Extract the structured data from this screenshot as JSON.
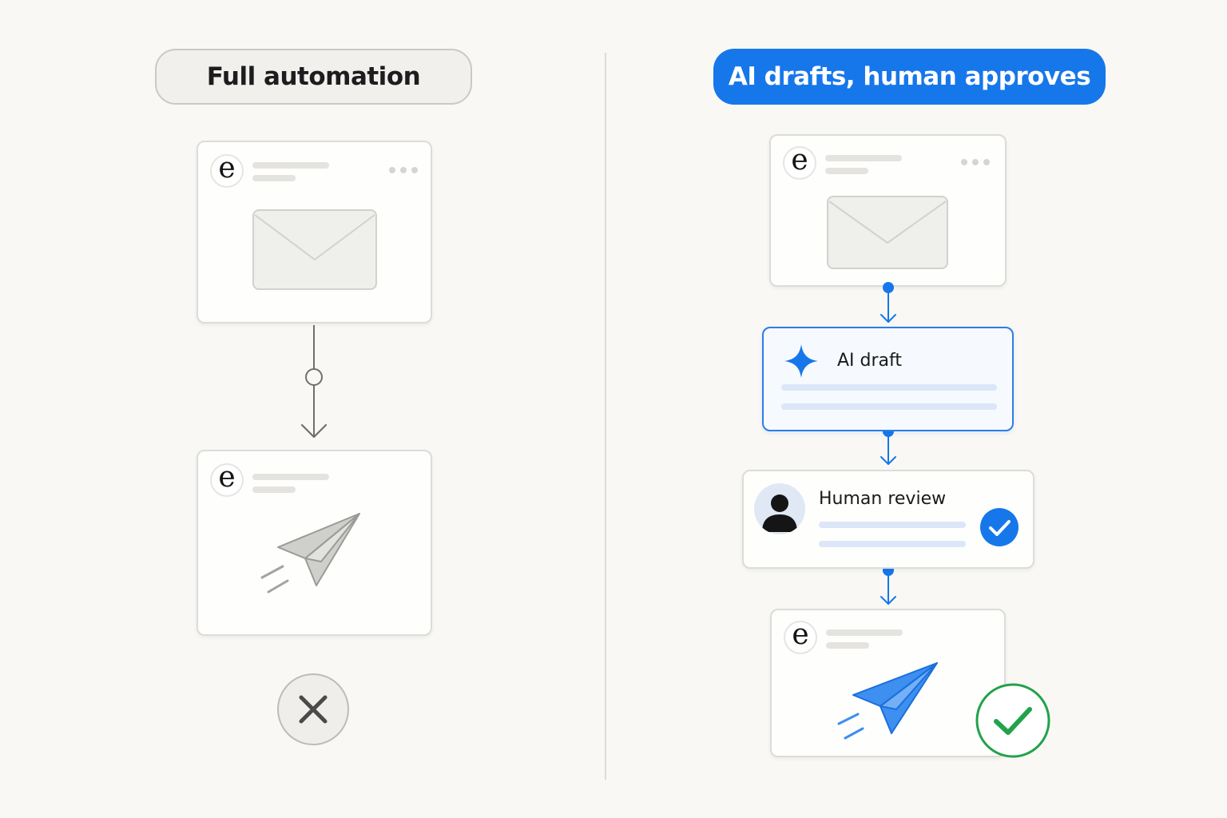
{
  "left_panel": {
    "title": "Full automation",
    "outcome_icon": "x-icon"
  },
  "right_panel": {
    "title": "AI drafts, human approves",
    "ai_draft": {
      "label": "AI draft",
      "icon": "sparkle-icon"
    },
    "human_review": {
      "label": "Human review",
      "icon": "person-icon",
      "status_icon": "checkmark-icon"
    },
    "outcome_icon": "check-circle-icon"
  },
  "brand_letter": "e",
  "colors": {
    "accent_blue": "#1677ea",
    "success_green": "#22a24a",
    "neutral_gray": "#6d6d6d"
  }
}
